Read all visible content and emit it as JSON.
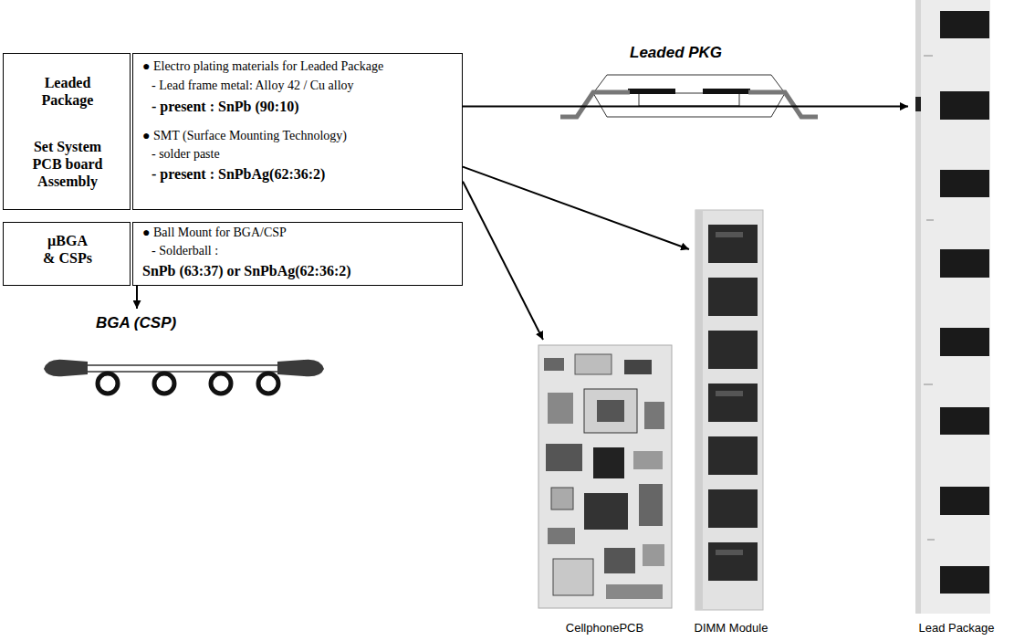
{
  "diagram": {
    "nodes": [
      {
        "text": [
          "Leaded Package",
          "Set System PCB board Assembly"
        ]
      },
      {
        "text": [
          "● Electro plating materials for Leaded Package",
          "- Lead frame metal: Alloy 42 / Cu alloy",
          "- present : SnPb (90:10)",
          "● SMT (Surface Mounting Technology)",
          "- solder paste",
          "- present : SnPbAg(62:36:2)"
        ]
      },
      {
        "text": [
          "µBGA & CSPs"
        ]
      },
      {
        "text": [
          "● Ball Mount for BGA/CSP",
          "- Solderball :",
          "SnPb (63:37) or SnPbAg(62:36:2)"
        ]
      },
      {
        "text": [
          "BGA (CSP)"
        ]
      },
      {
        "text": [
          "CellphonePCB"
        ]
      },
      {
        "text": [
          "DIMM Module"
        ]
      },
      {
        "text": [
          "Lead Package"
        ]
      }
    ],
    "edges": [
      {
        "from": 1,
        "to": 7,
        "arrow": "to"
      },
      {
        "from": 1,
        "to": 6,
        "arrow": "to"
      },
      {
        "from": 1,
        "to": 5,
        "arrow": "to"
      },
      {
        "from": 3,
        "to": 4,
        "arrow": "to"
      }
    ],
    "labels": [
      "Leaded PKG"
    ]
  }
}
